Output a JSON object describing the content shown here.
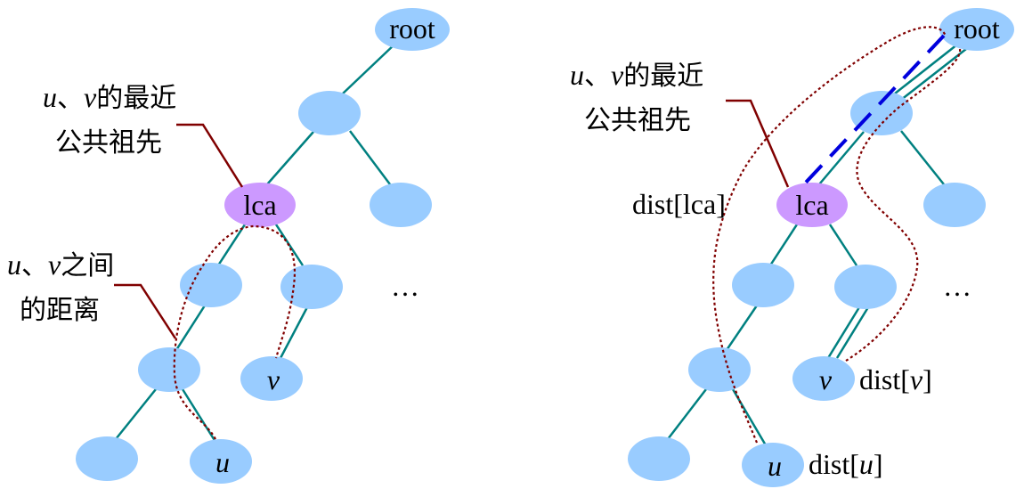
{
  "colors": {
    "node": "#99ccff",
    "lca_node": "#cc99ff",
    "edge": "#008080",
    "pointer": "#800000",
    "dist_path": "#0000dd"
  },
  "left": {
    "root": "root",
    "lca": "lca",
    "v": "v",
    "u": "u",
    "ellipsis": "…",
    "label_lca": {
      "var_u": "u",
      "sep": "、",
      "var_v": "v",
      "line1_rest": "的最近",
      "line2": "公共祖先"
    },
    "label_dist": {
      "var_u": "u",
      "sep": "、",
      "var_v": "v",
      "line1_rest": "之间",
      "line2": "的距离"
    }
  },
  "right": {
    "root": "root",
    "lca": "lca",
    "v": "v",
    "u": "u",
    "ellipsis": "…",
    "label_lca": {
      "var_u": "u",
      "sep": "、",
      "var_v": "v",
      "line1_rest": "的最近",
      "line2": "公共祖先"
    },
    "dist_lca": "dist[lca]",
    "dist_v": {
      "pre": "dist[",
      "var": "v",
      "post": "]"
    },
    "dist_u": {
      "pre": "dist[",
      "var": "u",
      "post": "]"
    }
  }
}
